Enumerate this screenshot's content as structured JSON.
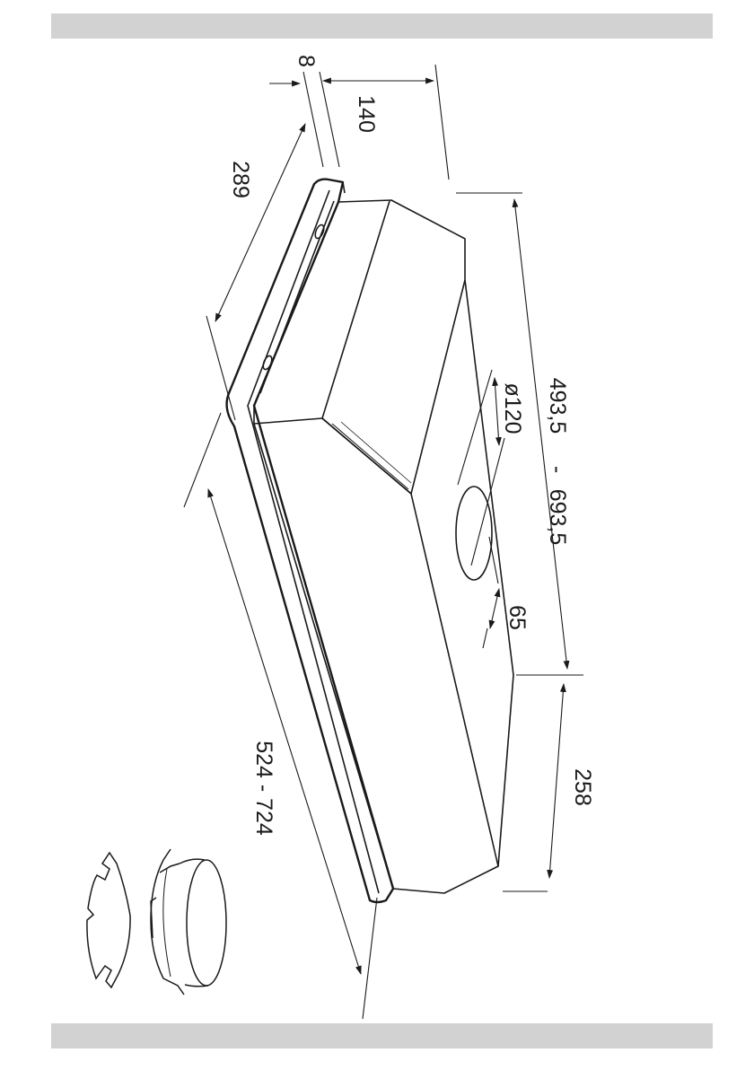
{
  "colors": {
    "band": "#d2d2d2",
    "line": "#1a1a1a",
    "background": "#ffffff"
  },
  "icons": {
    "hood": "range-hood-icon",
    "filter_ring": "flange-ring-icon",
    "duct_connector": "duct-connector-icon"
  },
  "dimensions": {
    "gap": "8",
    "depth": "140",
    "cabinet_width": "289",
    "duct_diameter": "ø120",
    "canopy_length": "493,5",
    "range_separator": "-",
    "canopy_length_max": "693,5",
    "duct_offset": "65",
    "rear_depth": "258",
    "total_length": "524 - 724"
  }
}
